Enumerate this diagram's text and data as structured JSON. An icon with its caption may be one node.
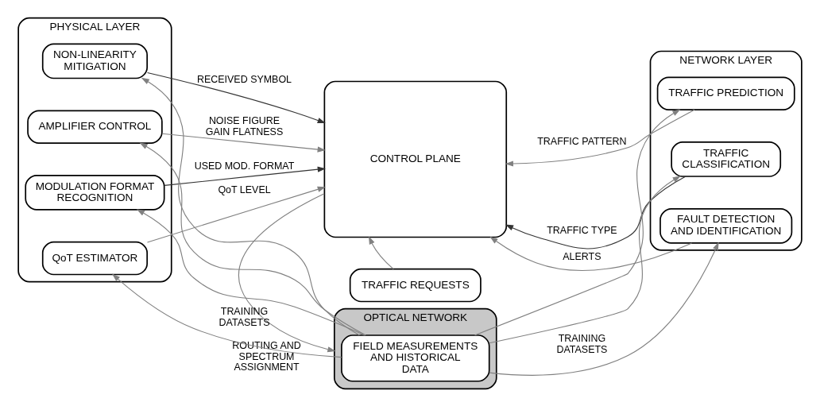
{
  "diagram": {
    "nodes": [
      {
        "text": [
          "PHYSICAL LAYER"
        ]
      },
      {
        "text": [
          "NON-LINEARITY MITIGATION"
        ],
        "in": 0
      },
      {
        "text": [
          "AMPLIFIER CONTROL"
        ],
        "in": 0
      },
      {
        "text": [
          "MODULATION FORMAT RECOGNITION"
        ],
        "in": 0
      },
      {
        "text": [
          "QoT ESTIMATOR"
        ],
        "in": 0
      },
      {
        "text": [
          "TRAFFIC REQUESTS"
        ]
      },
      {
        "text": [
          "CONTROL PLANE"
        ]
      },
      {
        "text": [
          "NETWORK LAYER"
        ]
      },
      {
        "text": [
          "TRAFFIC PREDICTION"
        ],
        "in": 7
      },
      {
        "text": [
          "TRAFFIC CLASSIFICATION"
        ],
        "in": 7
      },
      {
        "text": [
          "FAULT DETECTION AND IDENTIFICATION"
        ],
        "in": 7
      },
      {
        "text": [
          "OPTICAL NETWORK"
        ]
      },
      {
        "text": [
          "FIELD MEASUREMENTS AND HISTORICAL DATA"
        ],
        "in": 11
      }
    ],
    "edges": [
      {
        "from": 1,
        "to": 6,
        "arrow": "to",
        "label": "RECEIVED SYMBOL",
        "color": "#333333"
      },
      {
        "from": 2,
        "to": 6,
        "arrow": "to",
        "label": "NOISE FIGURE GAIN FLATNESS"
      },
      {
        "from": 3,
        "to": 6,
        "arrow": "to",
        "label": "USED MOD. FORMAT",
        "color": "#333333"
      },
      {
        "from": 4,
        "to": 6,
        "arrow": "to",
        "label": "QoT LEVEL"
      },
      {
        "from": 5,
        "to": 6,
        "arrow": "to"
      },
      {
        "from": 8,
        "to": 6,
        "arrow": "to",
        "label": "TRAFFIC PATTERN"
      },
      {
        "from": 9,
        "to": 6,
        "arrow": "to",
        "label": "TRAFFIC TYPE",
        "color": "#333333"
      },
      {
        "from": 10,
        "to": 6,
        "arrow": "to",
        "label": "ALERTS"
      },
      {
        "from": 6,
        "to": 11,
        "arrow": "to",
        "label": "ROUTING AND SPECTRUM ASSIGNMENT"
      },
      {
        "from": 12,
        "to": 1,
        "arrow": "to"
      },
      {
        "from": 12,
        "to": 2,
        "arrow": "to"
      },
      {
        "from": 12,
        "to": 3,
        "arrow": "to"
      },
      {
        "from": 12,
        "to": 4,
        "arrow": "to",
        "label": "TRAINING DATASETS"
      },
      {
        "from": 12,
        "to": 8,
        "arrow": "to"
      },
      {
        "from": 12,
        "to": 9,
        "arrow": "to"
      },
      {
        "from": 12,
        "to": 10,
        "arrow": "to",
        "label": "TRAINING DATASETS"
      }
    ]
  }
}
